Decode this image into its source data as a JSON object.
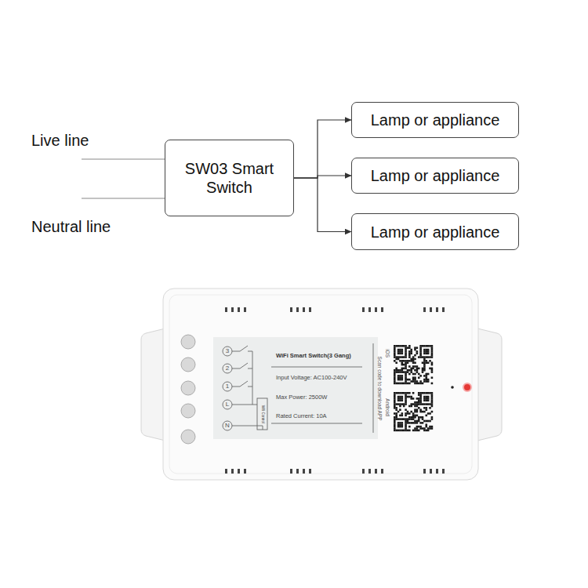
{
  "diagram": {
    "nodes": [
      {
        "text": [
          "SW03 Smart Switch"
        ]
      },
      {
        "text": [
          "Lamp or appliance"
        ]
      },
      {
        "text": [
          "Lamp or appliance"
        ]
      },
      {
        "text": [
          "Lamp or appliance"
        ]
      }
    ],
    "edges": [
      {
        "from": 0,
        "to": 1,
        "arrow": "to"
      },
      {
        "from": 0,
        "to": 2,
        "arrow": "to"
      },
      {
        "from": 0,
        "to": 3,
        "arrow": "to"
      }
    ],
    "labels": [
      "Live line",
      "Neutral line",
      "3",
      "2",
      "1",
      "L",
      "N",
      "Wifi Control",
      "WiFi Smart Switch(3 Gang)",
      "Input Voltage: AC100-240V",
      "Max Power: 2500W",
      "Rated Current: 10A",
      "iOS",
      "Scan code to download APP",
      "Android"
    ]
  }
}
